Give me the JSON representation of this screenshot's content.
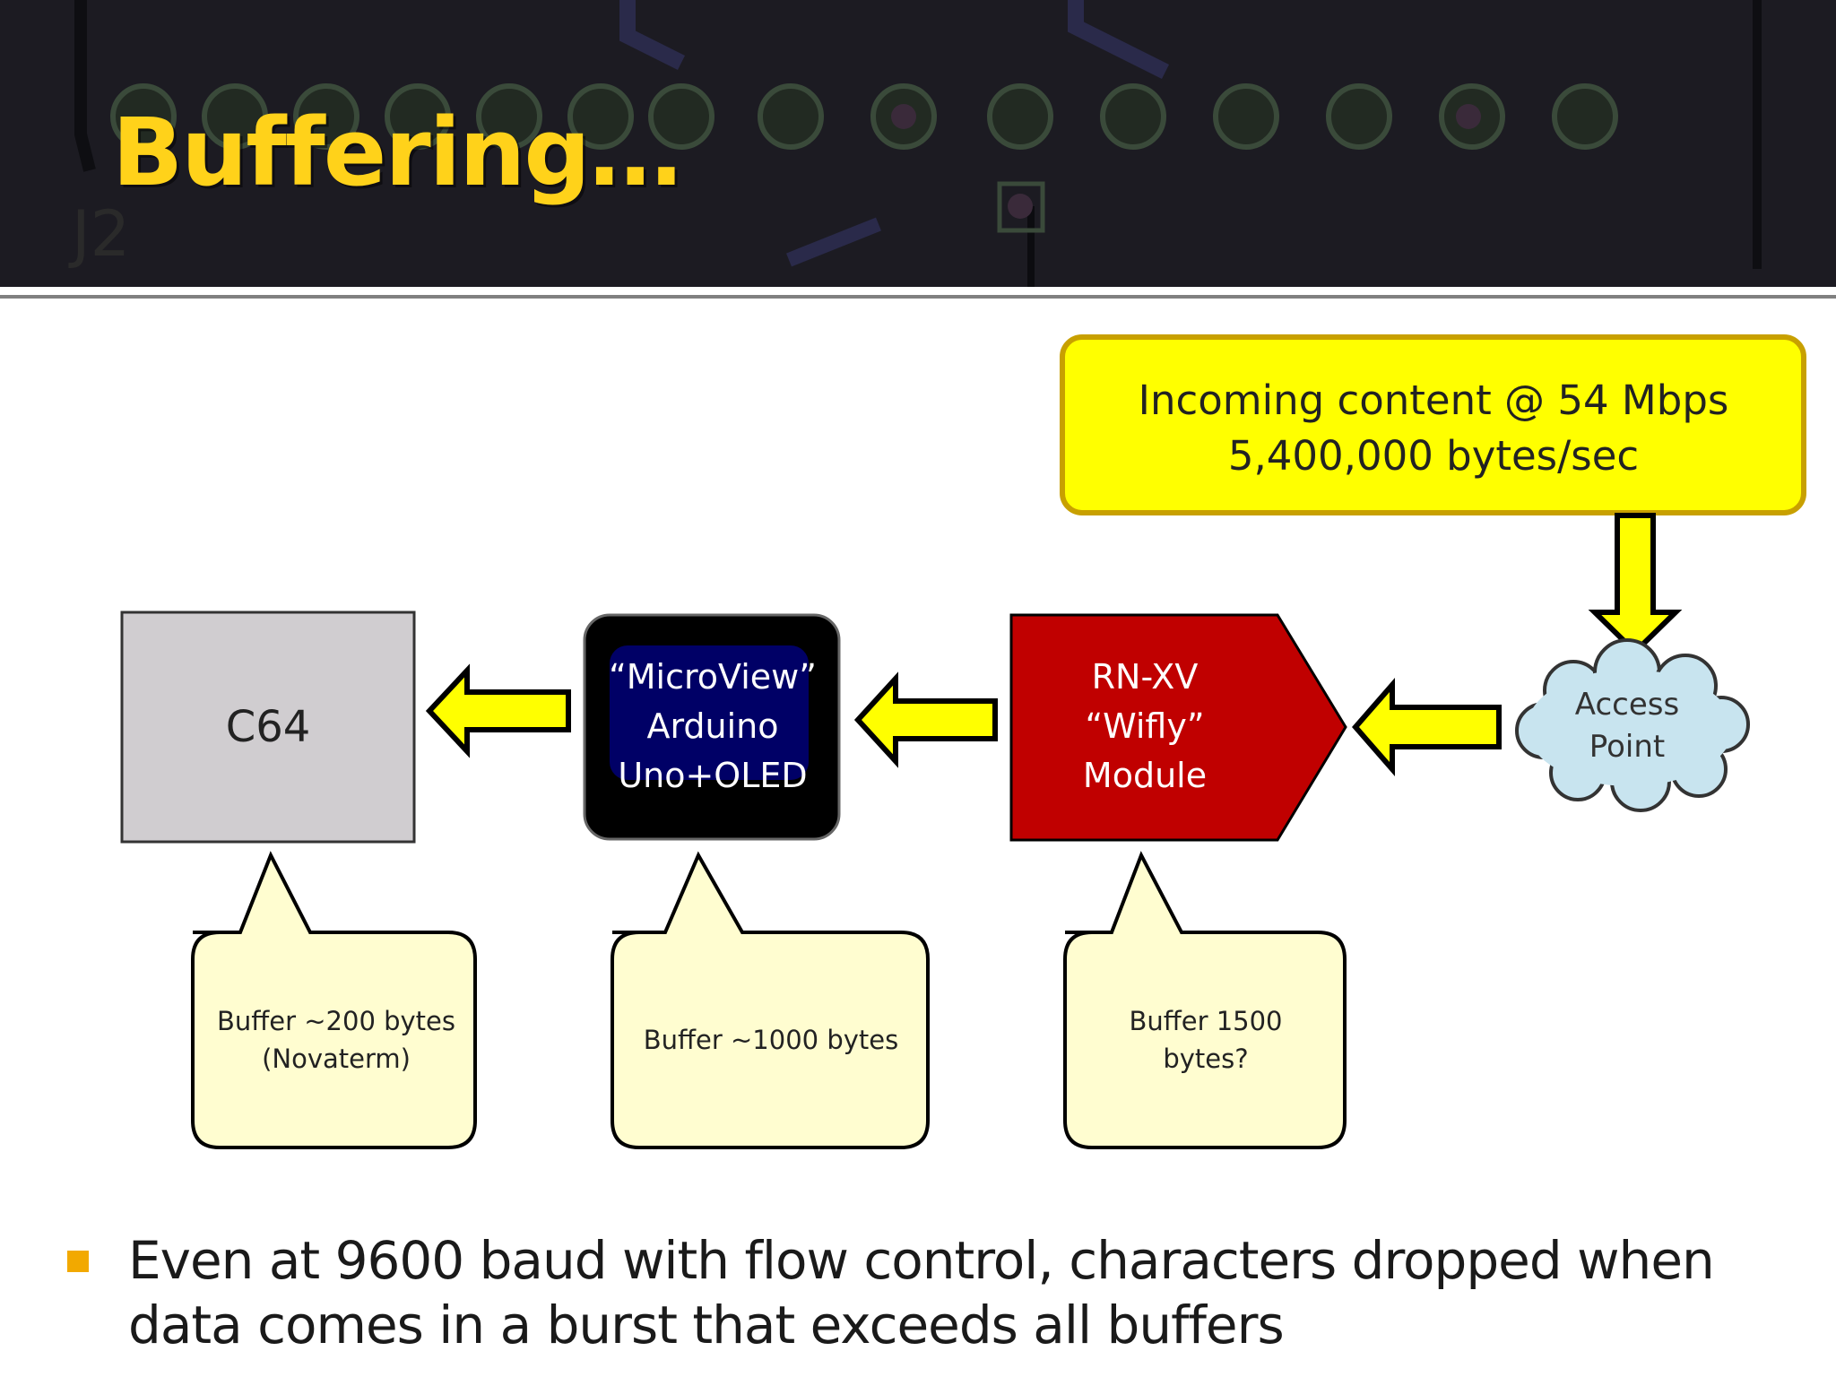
{
  "title": "Buffering…",
  "header": {
    "silkscreen_label": "J2"
  },
  "diagram": {
    "incoming": "Incoming content @ 54 Mbps\n5,400,000 bytes/sec",
    "access_point": "Access\nPoint",
    "rnxv": "RN-XV\n“Wifly”\nModule",
    "microview": "“MicroView”\nArduino\nUno+OLED",
    "c64": "C64",
    "buffers": [
      "Buffer ~200 bytes\n(Novaterm)",
      "Buffer ~1000 bytes",
      "Buffer 1500\nbytes?"
    ]
  },
  "bullets": [
    "Even at 9600 baud with flow control, characters dropped when data comes in a burst that exceeds all buffers"
  ],
  "colors": {
    "title": "#ffd21a",
    "arrow_fill": "#ffff00",
    "incoming_fill": "#ffff00",
    "incoming_border": "#c8a000",
    "rnxv_fill": "#c00000",
    "microview_fill": "#000000",
    "microview_screen": "#000066",
    "c64_fill": "#d0cdd0",
    "cloud_fill": "#c8e4ef",
    "callout_fill": "#fffdd0",
    "bullet": "#f2a900"
  }
}
